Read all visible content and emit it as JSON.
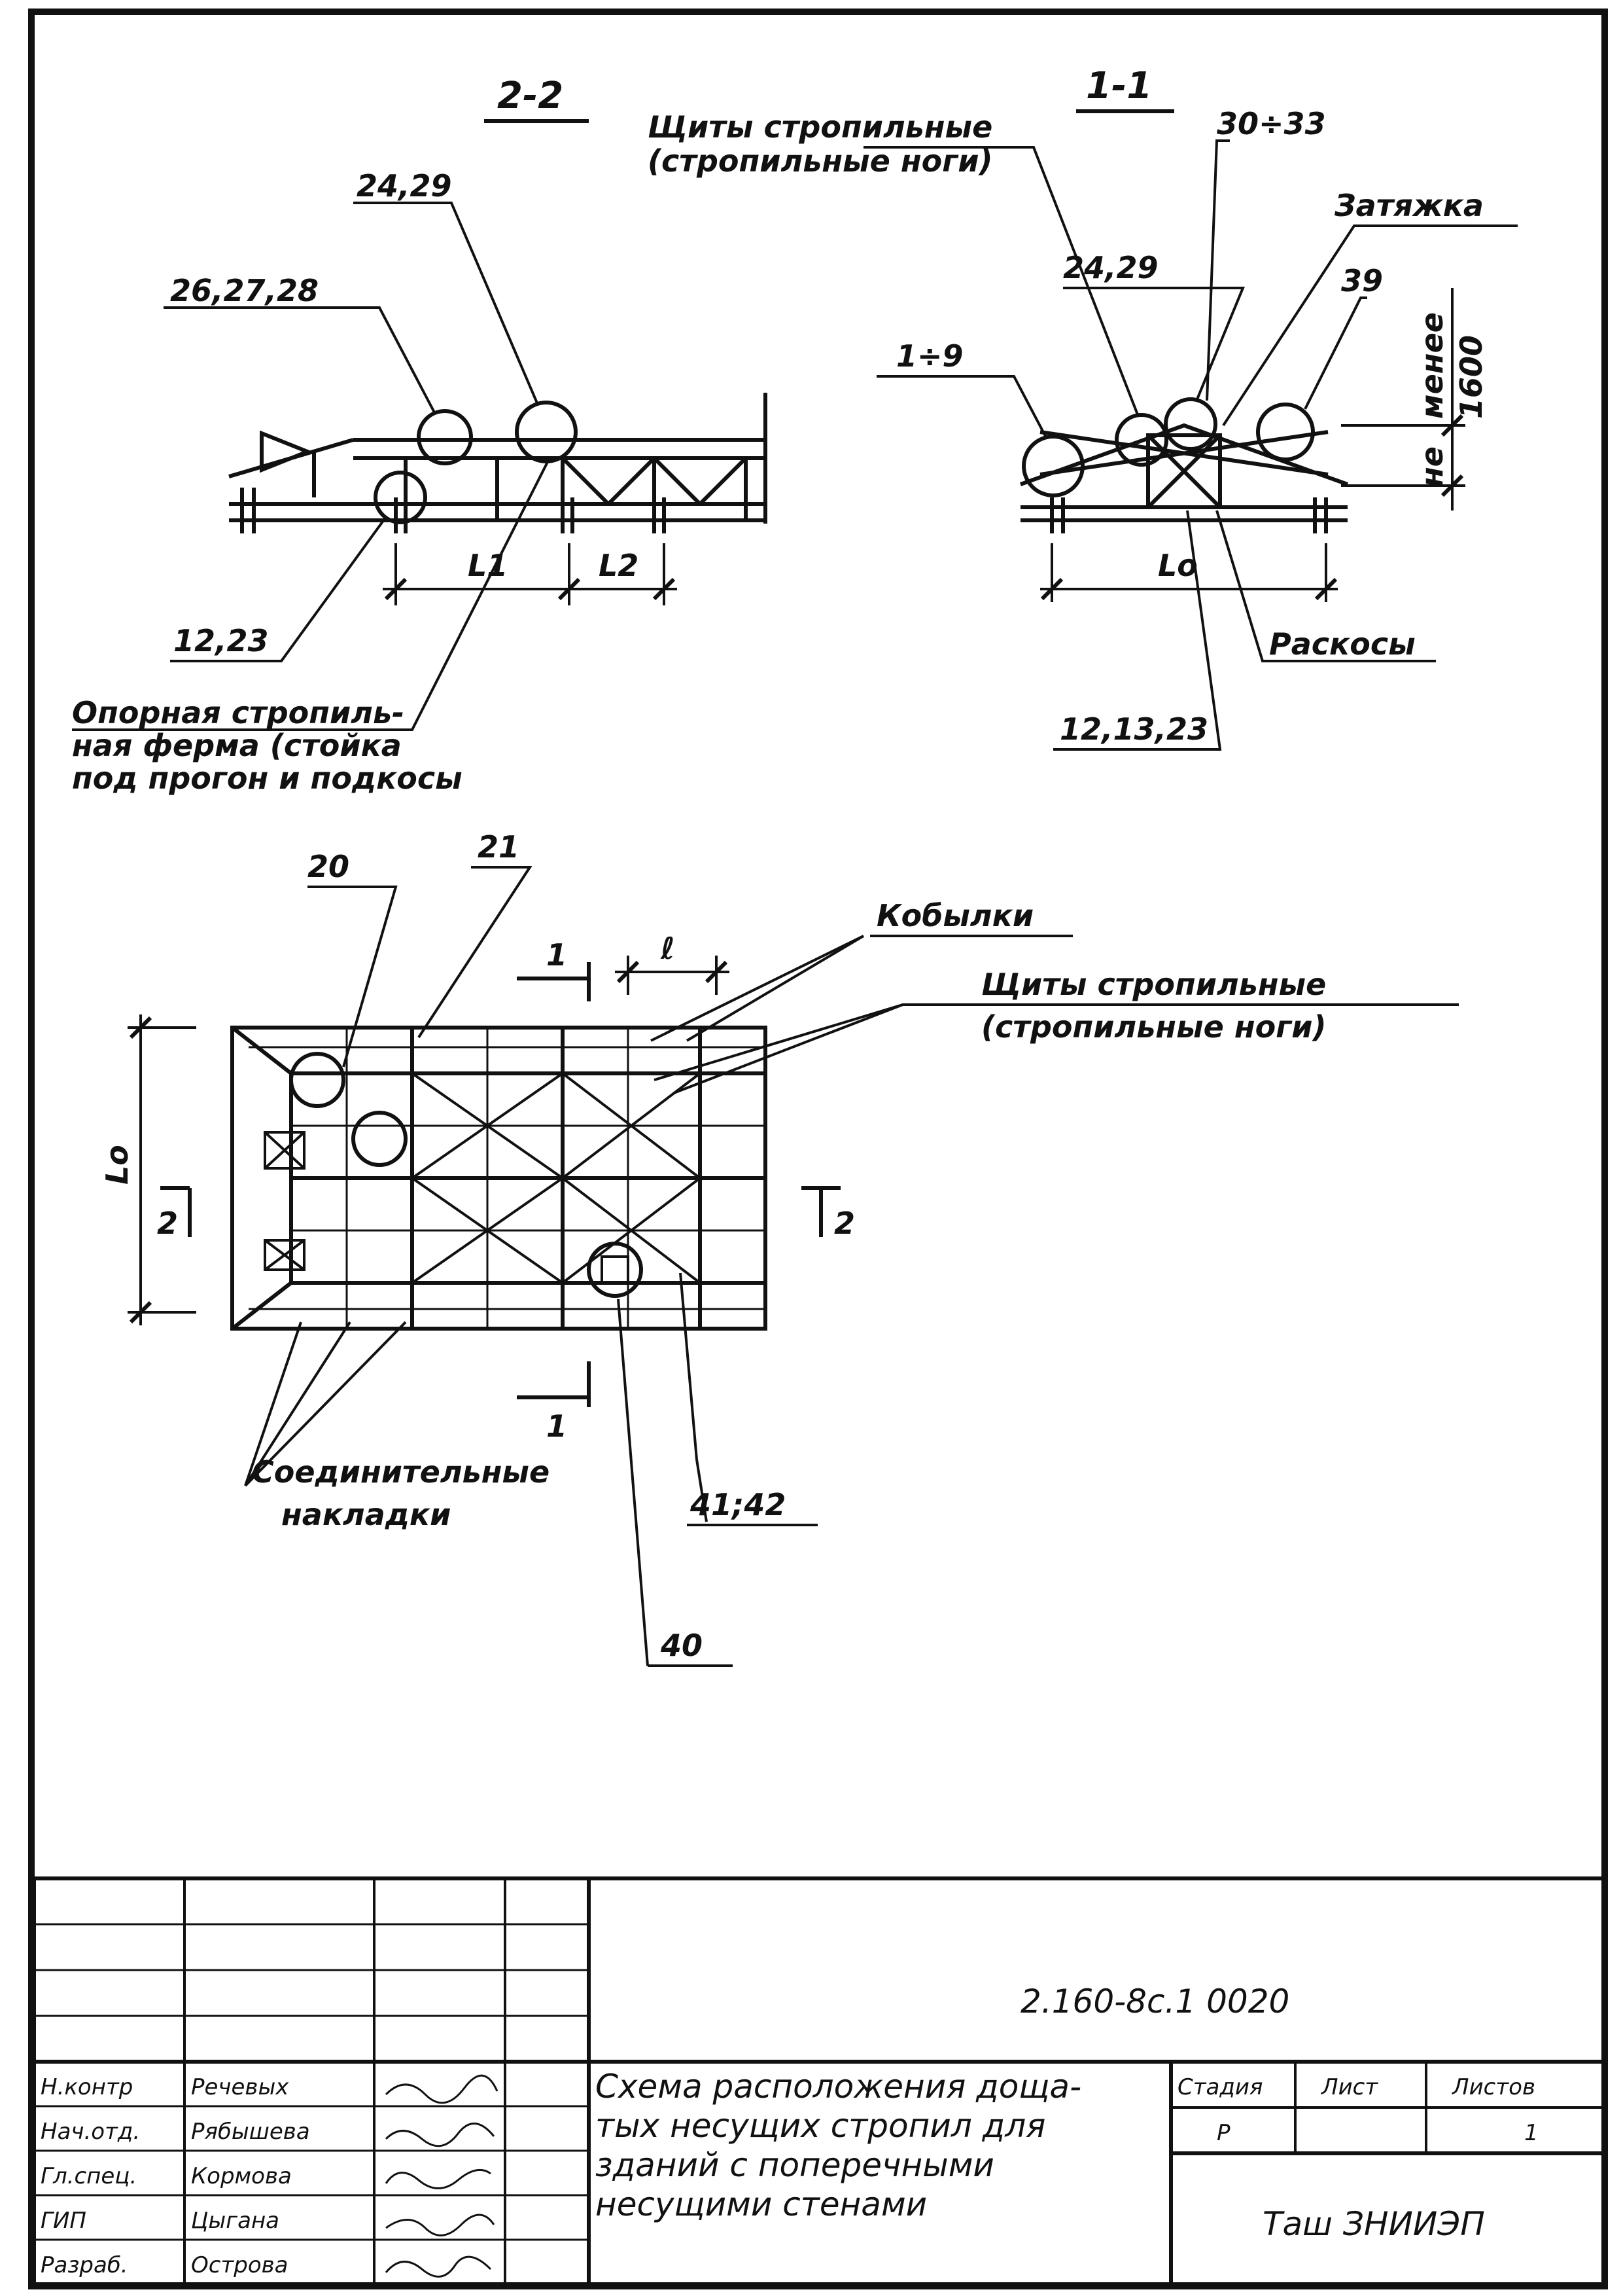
{
  "section_2_2": {
    "title": "2-2",
    "callout_24_29": "24,29",
    "callout_26_27_28": "26,27,28",
    "callout_12_23": "12,23",
    "dim_l1": "L1",
    "dim_l2": "L2",
    "support_truss_line1": "Опорная стропиль-",
    "support_truss_line2": "ная ферма (стойка",
    "support_truss_line3": "под прогон и подкосы"
  },
  "section_1_1": {
    "title": "1-1",
    "callout_24_29": "24,29",
    "callout_30_33": "30÷33",
    "rafter_panels_line1": "Щиты стропильные",
    "rafter_panels_line2": "(стропильные ноги)",
    "tie_label": "Затяжка",
    "callout_39": "39",
    "callout_1_9": "1÷9",
    "dim_not_less_prefix": "не",
    "dim_not_less": "менее",
    "dim_1600": "1600",
    "dim_lo": "Lo",
    "braces_label": "Раскосы",
    "callout_12_13_23": "12,13,23"
  },
  "plan": {
    "callout_20": "20",
    "callout_21": "21",
    "section_mark_1": "1",
    "dim_l": "ℓ",
    "ridge_purlins_label": "Кобылки",
    "rafter_panels_line1": "Щиты стропильные",
    "rafter_panels_line2": "(стропильные ноги)",
    "dim_lo": "Lo",
    "section_mark_2": "2",
    "connecting_plates_line1": "Соединительные",
    "connecting_plates_line2": "накладки",
    "callout_41_42": "41;42",
    "callout_40": "40"
  },
  "title_block": {
    "doc_code": "2.160-8с.1 0020",
    "roles": [
      "Н.контр",
      "Нач.отд.",
      "Гл.спец.",
      "ГИП",
      "Разраб."
    ],
    "names": [
      "Речевых",
      "Рябышева",
      "Кормова",
      "Цыгана",
      "Острова"
    ],
    "title_line1": "Схема расположения доща-",
    "title_line2": "тых несущих стропил для",
    "title_line3": "зданий с поперечными",
    "title_line4": "несущими стенами",
    "stage_header": "Стадия",
    "sheet_header": "Лист",
    "sheets_header": "Листов",
    "stage_value": "Р",
    "sheet_value": "",
    "sheets_value": "1",
    "organization": "Таш ЗНИИЭП"
  }
}
